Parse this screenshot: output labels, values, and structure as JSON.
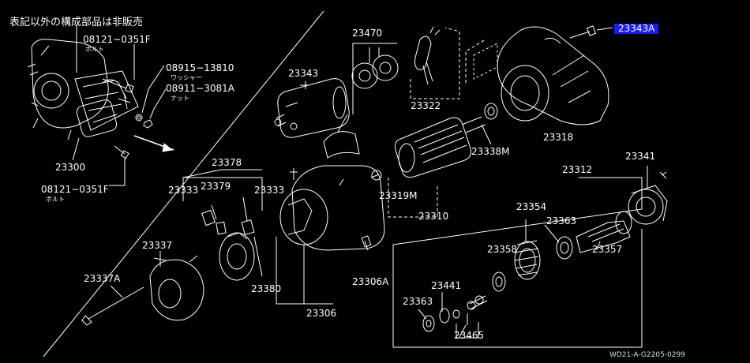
{
  "labels": {
    "not_sold_note": "表記以外の構成部品は非販売",
    "p08121_top": "08121−0351F",
    "bolt_jp": "ボルト",
    "p08915": "08915−13810",
    "washer_jp": "ワッシャー",
    "p08911": "08911−3081A",
    "nut_jp": "ナット",
    "p23300": "23300",
    "p08121_bottom": "08121−0351F",
    "p23470": "23470",
    "p23343": "23343",
    "p23322": "23322",
    "p23343A": "23343A",
    "p23318": "23318",
    "p23338M": "23338M",
    "p23319M": "23319M",
    "p23310": "23310",
    "p23378": "23378",
    "p23333": "23333",
    "p23379": "23379",
    "p23380": "23380",
    "p23306A": "23306A",
    "p23306": "23306",
    "p23337": "23337",
    "p23337A": "23337A",
    "p23312": "23312",
    "p23341": "23341",
    "p23354": "23354",
    "p23363": "23363",
    "p23358": "23358",
    "p23357": "23357",
    "p23441": "23441",
    "p23465": "23465",
    "ref_code": "WD21-A-G2205-0299"
  },
  "colors": {
    "background": "#000000",
    "line": "#ffffff",
    "highlight": "#1a1aff"
  }
}
